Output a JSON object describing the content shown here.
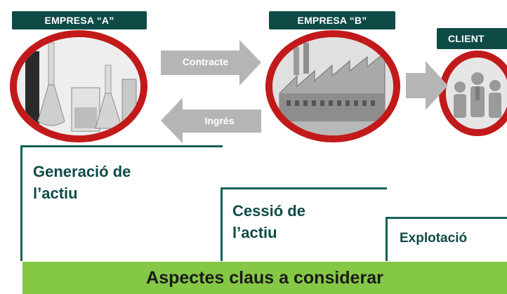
{
  "companies": {
    "a": {
      "label": "EMPRESA “A”"
    },
    "b": {
      "label": "EMPRESA  “B”"
    },
    "client": {
      "label": "CLIENT"
    }
  },
  "flows": {
    "contracte": "Contracte",
    "ingres": "Ingrés"
  },
  "stages": {
    "generacio": {
      "line1": "Generació de",
      "line2": "l’actiu"
    },
    "cessio": {
      "line1": "Cessió de",
      "line2": "l’actiu"
    },
    "explotacio": {
      "line1": "Explotació"
    }
  },
  "footer": {
    "title": "Aspectes claus a considerar"
  },
  "colors": {
    "label_bg": "#0e4b47",
    "ring": "#c21a1a",
    "arrow": "#b5b5b5",
    "stage_border": "#14605a",
    "key_bar": "#85c846"
  }
}
